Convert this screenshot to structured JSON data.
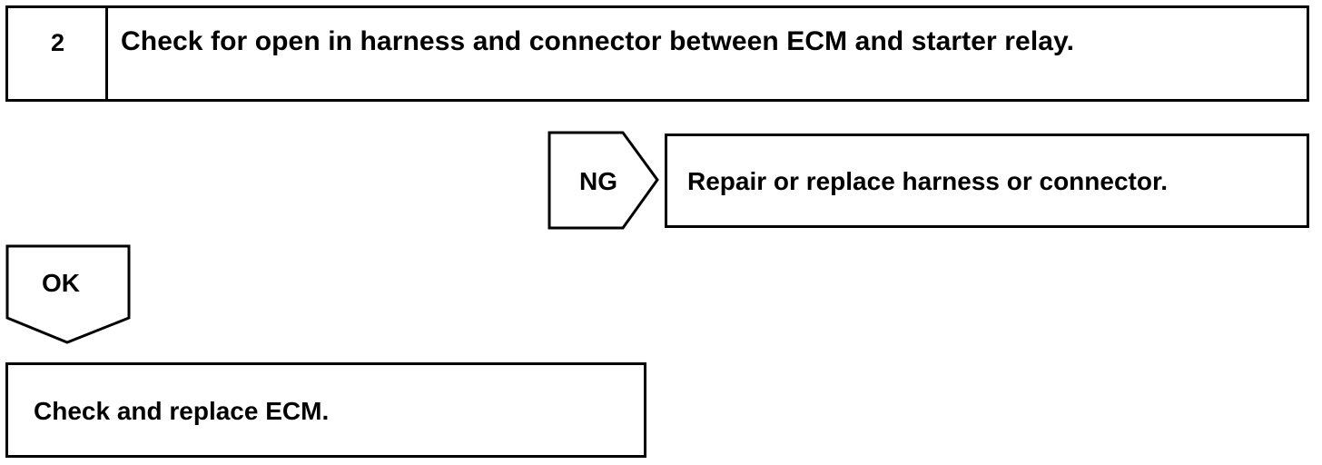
{
  "step": {
    "number": "2",
    "text": "Check for open in harness and connector between ECM and starter relay."
  },
  "ng_branch": {
    "label": "NG",
    "result": "Repair or replace harness or connector."
  },
  "ok_branch": {
    "label": "OK",
    "result": "Check and replace ECM."
  }
}
